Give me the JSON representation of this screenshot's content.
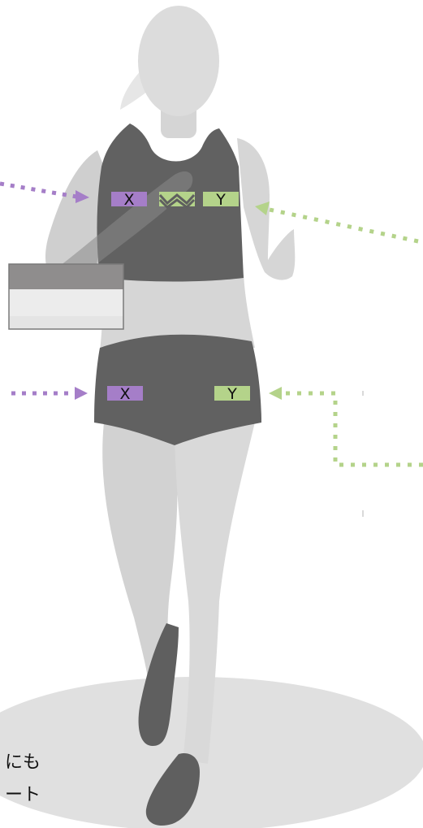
{
  "colors": {
    "skin": "#d9d9d9",
    "skin_shadow": "#c9c9c9",
    "garment": "#616161",
    "ground": "#e0e0e0",
    "shoe": "#5f5f5f",
    "purple": "#a57ec8",
    "green": "#b4d38a",
    "device_top": "#8f8d8d",
    "device_body": "#ececec",
    "device_border": "#7a7a7a"
  },
  "top_garment": {
    "left_tag": "X",
    "right_tag": "Y",
    "center_logo": "zigzag-logo"
  },
  "bottom_garment": {
    "left_tag": "X",
    "right_tag": "Y"
  },
  "captions": {
    "line1": "にも",
    "line2": "ート"
  }
}
